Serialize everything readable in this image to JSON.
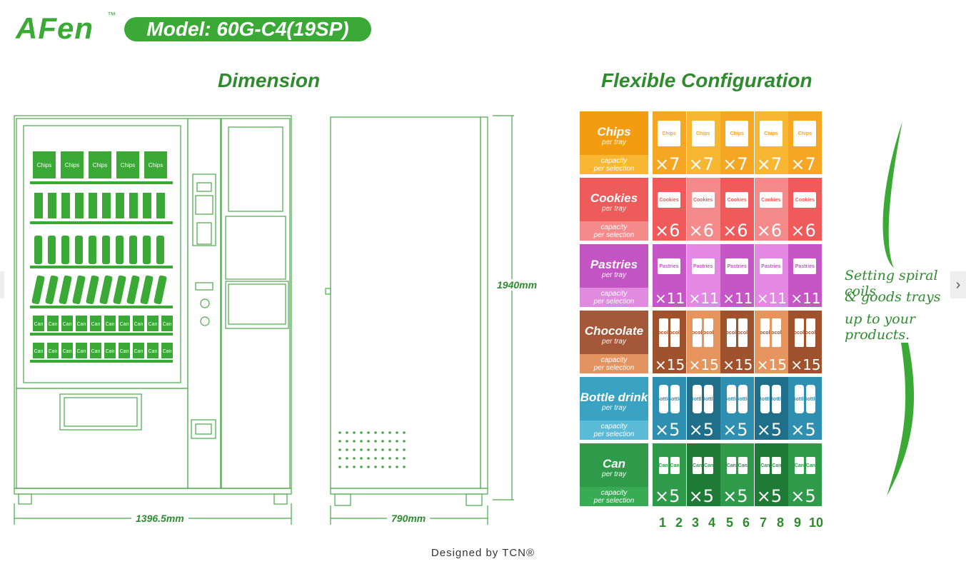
{
  "brand": {
    "logo": "AFen",
    "trademark": "™",
    "model": "Model: 60G-C4(19SP)"
  },
  "dimension": {
    "title": "Dimension",
    "width": "1396.5mm",
    "depth": "790mm",
    "height": "1940mm",
    "product_labels": {
      "chips": "Chips",
      "can": "Can"
    }
  },
  "config": {
    "title": "Flexible Configuration",
    "per_tray": "per tray",
    "capacity_line1": "capacity",
    "capacity_line2": "per selection",
    "rows": [
      {
        "name": "Chips",
        "item": "Chips",
        "multiplier": "×7",
        "colors": {
          "main": "#f5a623",
          "label": "#f39c12",
          "cap": "#f7b733",
          "alt": "#f7b733"
        }
      },
      {
        "name": "Cookies",
        "item": "Cookies",
        "multiplier": "×6",
        "colors": {
          "main": "#f05a5a",
          "label": "#ee5b5b",
          "cap": "#f48a8a",
          "alt": "#f48a8a"
        }
      },
      {
        "name": "Pastries",
        "item": "Pastries",
        "multiplier": "×11",
        "colors": {
          "main": "#c656c6",
          "label": "#c255c2",
          "cap": "#e08ae0",
          "alt": "#e389e3"
        }
      },
      {
        "name": "Chocolate",
        "item": "Chocolate",
        "multiplier": "×15",
        "colors": {
          "main": "#a0522d",
          "label": "#a5573a",
          "cap": "#e3935f",
          "alt": "#e6955e"
        }
      },
      {
        "name": "Bottle drink",
        "item": "Bottle",
        "multiplier": "×5",
        "colors": {
          "main": "#2f8fb0",
          "label": "#3aa3c4",
          "cap": "#5bbad5",
          "alt": "#1f6f8a"
        }
      },
      {
        "name": "Can",
        "item": "Can",
        "multiplier": "×5",
        "colors": {
          "main": "#2e9a4a",
          "label": "#2e9a4a",
          "cap": "#3aab55",
          "alt": "#1f7a35"
        }
      }
    ],
    "columns": [
      "1",
      "2",
      "3",
      "4",
      "5",
      "6",
      "7",
      "8",
      "9",
      "10"
    ]
  },
  "side_note": {
    "line1": "Setting spiral coils",
    "line2": "& goods trays",
    "line3": "up to your products."
  },
  "footer": "Designed by TCN®",
  "accent": "#3aa935"
}
